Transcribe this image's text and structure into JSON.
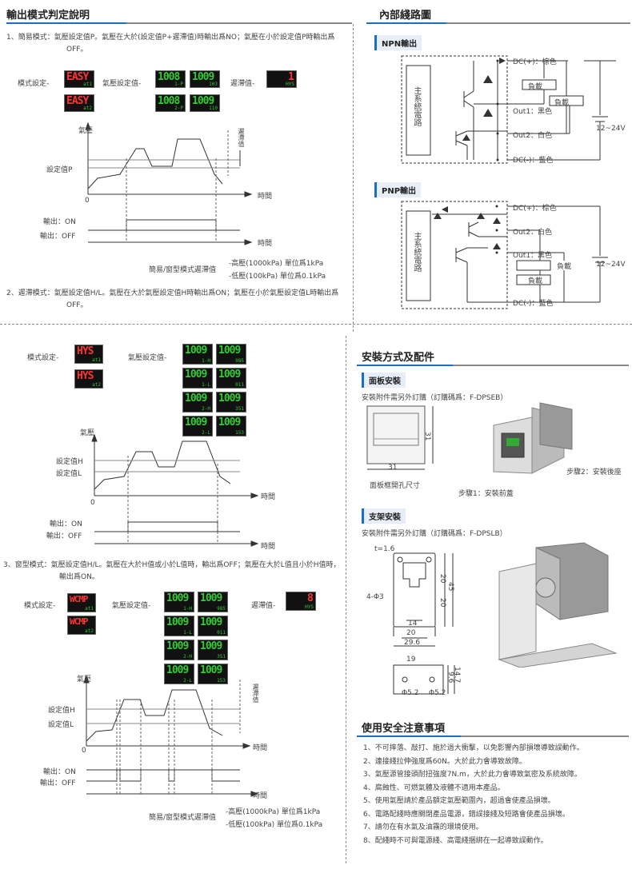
{
  "left": {
    "title": "輸出模式判定說明",
    "p1": "1、簡易模式：氣壓設定值P。氣壓在大於(設定值P+遲滯值)時輸出爲NO；氣壓在小於設定值P時輸出爲OFF。",
    "p2": "2、遲滯模式：氣壓設定值H/L。氣壓在大於氣壓設定值H時輸出爲ON；氣壓在小於氣壓設定值L時輸出爲OFF。",
    "p3": "3、窗型模式：氣壓設定值H/L。氣壓在大於H值或小於L值時，輸出爲OFF；氣壓在大於L值且小於H值時，輸出爲ON。",
    "mode_label": "模式設定-",
    "pressure_set_label": "氣壓設定值-",
    "hyst_label": "遲滯值-",
    "hyst_label2": "遲滯值-",
    "axis_pressure": "氣壓",
    "axis_time": "時間",
    "zero": "0",
    "set_p": "設定值P",
    "set_h": "設定值H",
    "set_l": "設定值L",
    "out_on": "輸出：ON",
    "out_off": "輸出：OFF",
    "hyst_vert": "遲滯值",
    "simple_hyst_caption": "簡易/窗型模式遲滯值",
    "window_hyst_caption": "簡易/窗型模式遲滯值",
    "hi_note": "-高壓(1000kPa) 單位爲1kPa",
    "lo_note": "-低壓(100kPa) 單位爲0.1kPa"
  },
  "lcds": {
    "easy1": {
      "big": "EASY",
      "sm": "at1"
    },
    "easy2": {
      "big": "EASY",
      "sm": "at2"
    },
    "p1": {
      "big": "1008",
      "sm": "1-P"
    },
    "p2": {
      "big": "1009",
      "sm": "103"
    },
    "p3": {
      "big": "1008",
      "sm": "2-P"
    },
    "p4": {
      "big": "1009",
      "sm": "110"
    },
    "hys": {
      "big": "1",
      "sm": "HYS"
    },
    "hys1": {
      "big": "HYS",
      "sm": "at1"
    },
    "hys2": {
      "big": "HYS",
      "sm": "at2"
    },
    "h1": {
      "big": "1009",
      "sm": "1-H"
    },
    "h2": {
      "big": "1009",
      "sm": "985"
    },
    "h3": {
      "big": "1009",
      "sm": "1-L"
    },
    "h4": {
      "big": "1009",
      "sm": "011"
    },
    "h5": {
      "big": "1009",
      "sm": "2-H"
    },
    "h6": {
      "big": "1009",
      "sm": "351"
    },
    "h7": {
      "big": "1009",
      "sm": "2-L"
    },
    "h8": {
      "big": "1009",
      "sm": "153"
    },
    "wcmp1": {
      "big": "WCMP",
      "sm": "at1"
    },
    "wcmp2": {
      "big": "WCMP",
      "sm": "at2"
    },
    "whys": {
      "big": "8",
      "sm": "HYS"
    }
  },
  "circuit": {
    "title": "內部綫路圖",
    "npn": "NPN輸出",
    "pnp": "PNP輸出",
    "main_circuit": "主系統電路",
    "dc_plus": "DC(+)：棕色",
    "dc_minus": "DC(-)：藍色",
    "out1_black": "Out1：黑色",
    "out2_white": "Out2：白色",
    "load": "負載",
    "voltage": "12~24V"
  },
  "install": {
    "title": "安裝方式及配件",
    "panel": "面板安裝",
    "panel_note": "安裝附件需另外訂購（訂購碼爲：F-DPSEB）",
    "panel_cut": "面板框開孔尺寸",
    "dim31": "31",
    "dim31b": "31",
    "step1": "步驟1：安裝前蓋",
    "step2": "步驟2：安裝後座",
    "bracket": "支架安裝",
    "bracket_note": "安裝附件需另外訂購（訂購碼爲：F-DPSLB）",
    "t16": "t=1.6",
    "hole": "4-Φ3",
    "d14": "14",
    "d20": "20",
    "d296": "29.6",
    "d20v": "20",
    "d20v2": "20",
    "d45": "45",
    "d19": "19",
    "d96": "9.6",
    "d147": "14.7",
    "phi52a": "Φ5.2",
    "phi52b": "Φ5.2"
  },
  "safety": {
    "title": "使用安全注意事項",
    "items": [
      "1、不可摔落、敲打、施於過大衝擊，以免影響內部損壞導致誤動作。",
      "2、連接綫拉伸強度爲60N。大於此力會導致故障。",
      "3、氣壓源管接頭耐扭強度7N.m，大於此力會導致氣密及系統故障。",
      "4、腐蝕性、可燃氣體及液體不適用本產品。",
      "5、使用氣壓請於產品額定氣壓範圍內，超過會使產品損壞。",
      "6、電路配綫時應關閉產品電源，錯誤接綫及短路會使產品損壞。",
      "7、請勿在有水氣及油霧的環境使用。",
      "8、配綫時不可與電源綫、高電綫捆綁在一起導致誤動作。"
    ]
  },
  "colors": {
    "accent": "#1a6fc4",
    "lcd_red": "#ff3333",
    "lcd_green": "#33cc33"
  }
}
